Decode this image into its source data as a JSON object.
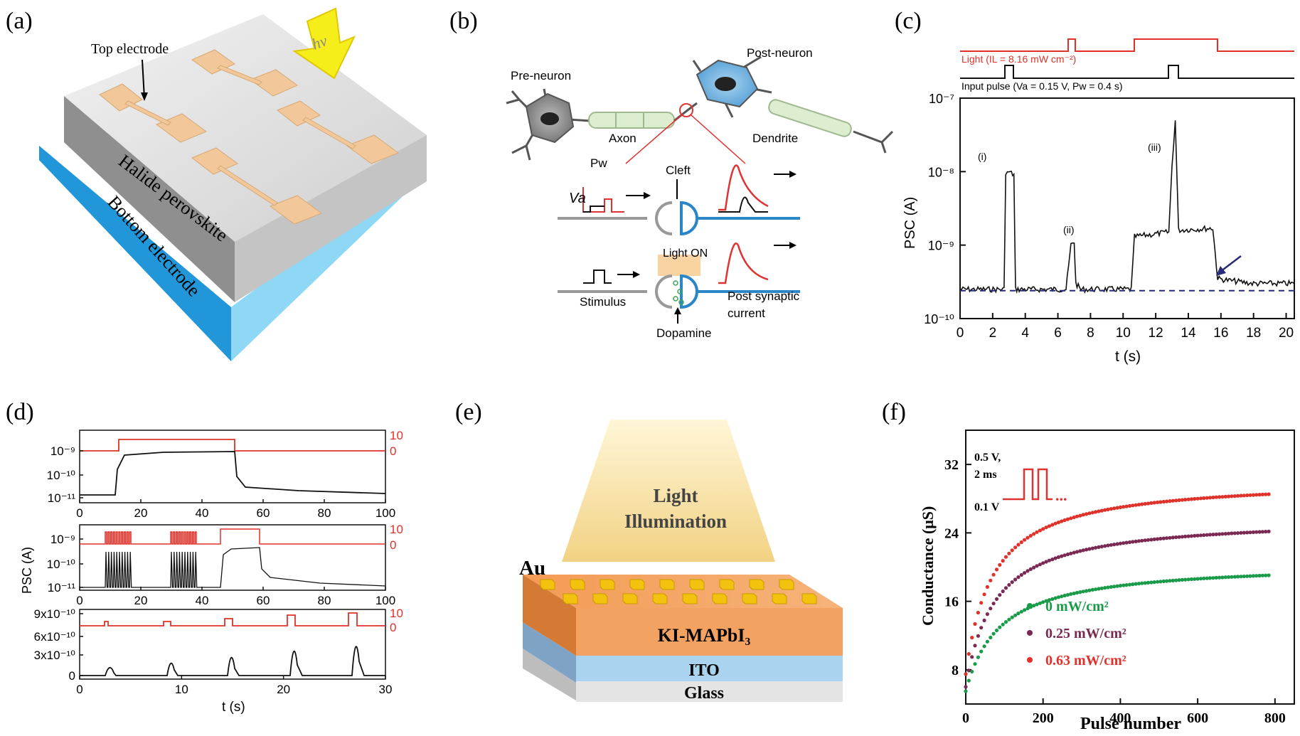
{
  "panels": {
    "a": {
      "label": "(a)",
      "top_electrode": "Top electrode",
      "halide": "Halide perovskite",
      "bottom": "Bottom electrode",
      "hv": "hν"
    },
    "b": {
      "label": "(b)",
      "pre_neuron": "Pre-neuron",
      "post_neuron": "Post-neuron",
      "axon": "Axon",
      "dendrite": "Dendrite",
      "cleft": "Cleft",
      "pw": "Pw",
      "va": "Va",
      "light_on": "Light ON",
      "stimulus": "Stimulus",
      "post_synaptic": "Post synaptic",
      "current": "current",
      "dopamine": "Dopamine"
    },
    "c": {
      "label": "(c)",
      "light_legend": "Light (IL = 8.16 mW cm⁻²)",
      "input_legend": "Input pulse (Va = 0.15 V, Pw = 0.4 s)",
      "ylabel": "PSC (A)",
      "xlabel": "t (s)",
      "yticks": [
        "10⁻⁷",
        "10⁻⁸",
        "10⁻⁹",
        "10⁻¹⁰"
      ],
      "xticks": [
        "0",
        "2",
        "4",
        "6",
        "8",
        "10",
        "12",
        "14",
        "16",
        "18",
        "20"
      ],
      "peak_labels": [
        "(i)",
        "(ii)",
        "(iii)"
      ]
    },
    "d": {
      "label": "(d)",
      "ylabel": "PSC (A)",
      "xlabel": "t (s)",
      "sub1_yticks": [
        "10⁻⁹",
        "10⁻¹⁰",
        "10⁻¹¹"
      ],
      "sub1_xticks": [
        "0",
        "20",
        "40",
        "60",
        "80",
        "100"
      ],
      "sub2_yticks": [
        "10⁻⁹",
        "10⁻¹⁰",
        "10⁻¹¹"
      ],
      "sub2_xticks": [
        "0",
        "20",
        "40",
        "60",
        "80",
        "100"
      ],
      "sub3_yticks": [
        "9x10⁻¹⁰",
        "6x10⁻¹⁰",
        "3x10⁻¹⁰",
        "0"
      ],
      "sub3_xticks": [
        "0",
        "10",
        "20",
        "30"
      ],
      "right_ticks": [
        "10",
        "0"
      ]
    },
    "e": {
      "label": "(e)",
      "light": "Light",
      "illumination": "Illumination",
      "au": "Au",
      "ki": "KI-MAPbI₃",
      "ito": "ITO",
      "glass": "Glass"
    },
    "f": {
      "label": "(f)",
      "ylabel": "Conductance (μS)",
      "xlabel": "Pulse number",
      "pulse_v1": "0.5 V,",
      "pulse_v2": "2 ms",
      "pulse_v3": "0.1 V",
      "dots": "...",
      "yticks": [
        "32",
        "24",
        "16",
        "8"
      ],
      "xticks": [
        "0",
        "200",
        "400",
        "600",
        "800"
      ],
      "legend": [
        "0 mW/cm²",
        "0.25 mW/cm²",
        "0.63 mW/cm²"
      ]
    }
  },
  "chart_data": [
    {
      "type": "line",
      "panel": "c",
      "ylabel": "PSC (A)",
      "xlabel": "t (s)",
      "xlim": [
        0,
        20.5
      ],
      "ylim": [
        1e-10,
        1e-07
      ],
      "yscale": "log",
      "series": [
        {
          "x": [
            0,
            2.7,
            2.8,
            3.0,
            3.3,
            3.4,
            3.7,
            6.5,
            6.8,
            7.0,
            7.1,
            7.4,
            10.5,
            10.7,
            12.8,
            13.0,
            13.2,
            13.4,
            15.5,
            15.8,
            16.5,
            18,
            20.5
          ],
          "values": [
            2.5e-10,
            2.5e-10,
            9e-09,
            1e-08,
            9e-09,
            2.5e-10,
            2.5e-10,
            2.5e-10,
            1e-09,
            1.1e-09,
            3e-10,
            2.5e-10,
            2.5e-10,
            1.3e-09,
            1.5e-09,
            1.2e-08,
            5e-08,
            1.6e-09,
            1.7e-09,
            3.5e-10,
            3.3e-10,
            3e-10,
            3e-10
          ]
        }
      ],
      "baseline": 2.4e-10
    },
    {
      "type": "scatter",
      "panel": "f",
      "ylabel": "Conductance (μS)",
      "xlabel": "Pulse number",
      "xlim": [
        0,
        850
      ],
      "ylim": [
        4,
        36
      ],
      "series": [
        {
          "name": "0 mW/cm²",
          "color": "#1a9b4a",
          "a": 5.5,
          "b": 20.6,
          "c": 90
        },
        {
          "name": "0.25 mW/cm²",
          "color": "#7a2a52",
          "a": 6.0,
          "b": 25.9,
          "c": 75
        },
        {
          "name": "0.63 mW/cm²",
          "color": "#e0322a",
          "a": 7.5,
          "b": 30.4,
          "c": 70
        }
      ]
    }
  ]
}
